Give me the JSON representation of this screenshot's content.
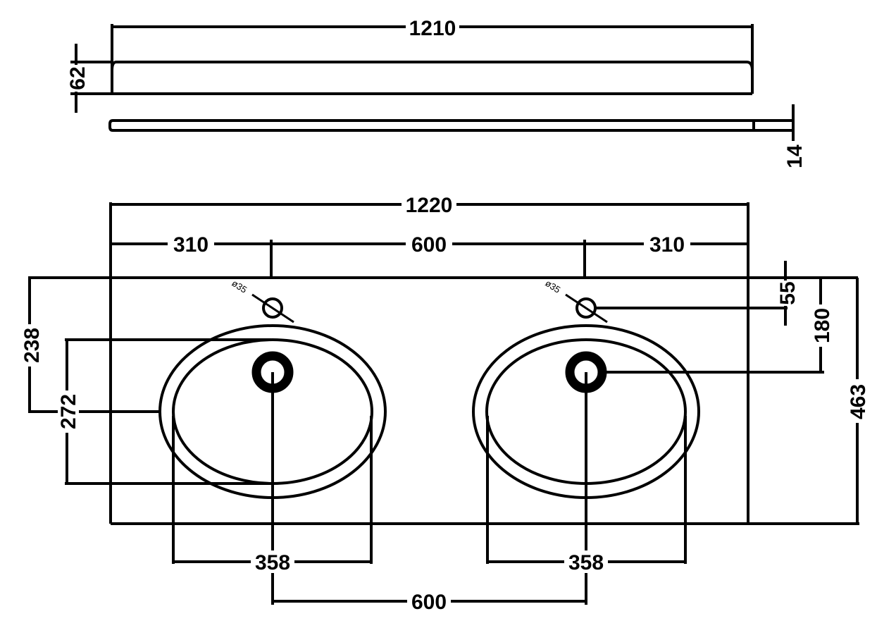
{
  "colors": {
    "line": "#000000",
    "background": "#ffffff"
  },
  "top_view": {
    "length": "1210",
    "height": "62"
  },
  "side_view": {
    "thickness": "14"
  },
  "plan_view": {
    "overall_width": "1220",
    "left_offset": "310",
    "tap_spacing": "600",
    "right_offset": "310",
    "tap_from_back": "55",
    "waste_from_back": "180",
    "depth": "463",
    "basin_edge_from_back": "238",
    "basin_length": "272",
    "basin_width_left": "358",
    "basin_width_right": "358",
    "basin_spacing": "600",
    "tap_hole_left": "ø35",
    "tap_hole_right": "ø35"
  }
}
